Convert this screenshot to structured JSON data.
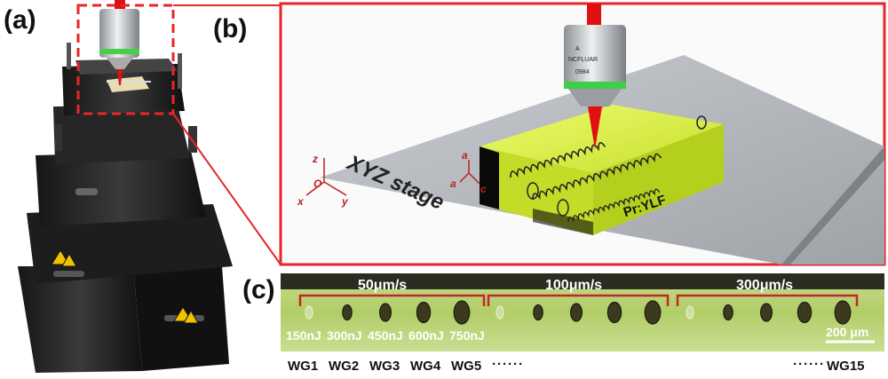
{
  "panels": {
    "a": {
      "label": "(a)"
    },
    "b": {
      "label": "(b)"
    },
    "c": {
      "label": "(c)"
    }
  },
  "panel_b": {
    "stage_label": "XYZ stage",
    "crystal_label": "Pr:YLF",
    "stage_axes": [
      "z",
      "O",
      "y",
      "x"
    ],
    "crystal_axes": [
      "a",
      "a",
      "c"
    ],
    "objective_text": [
      "A",
      "NCFLUAR",
      "0984"
    ]
  },
  "panel_c": {
    "speeds": [
      "50μm/s",
      "100μm/s",
      "300μm/s"
    ],
    "energies": [
      "150nJ",
      "300nJ",
      "450nJ",
      "600nJ",
      "750nJ"
    ],
    "scale_bar": "200 μm",
    "waveguides": [
      "WG1",
      "WG2",
      "WG3",
      "WG4",
      "WG5"
    ],
    "ellipsis": "······",
    "ellipsis_right": "······",
    "last_waveguide": "WG15"
  },
  "colors": {
    "callout_red": "#e8252b",
    "laser_red": "#e01010",
    "crystal_yellow": "#d6f03a",
    "stage_grey": "#a9adb2",
    "micro_green": "#b9d27a",
    "bracket_red": "#c0282c"
  }
}
